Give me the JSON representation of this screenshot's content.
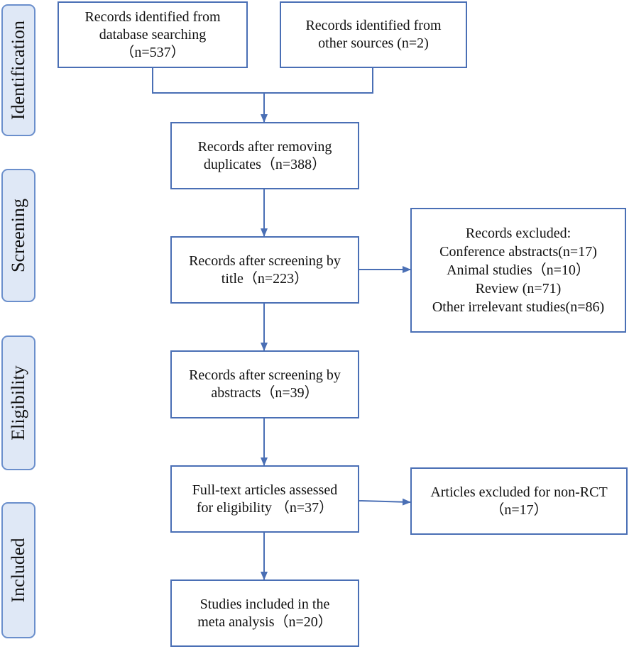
{
  "stages": {
    "identification": "Identification",
    "screening": "Screening",
    "eligibility": "Eligibility",
    "included": "Included"
  },
  "boxes": {
    "database": [
      "Records identified from",
      "database searching",
      "（n=537）"
    ],
    "other_sources": [
      "Records identified from",
      "other sources (n=2)"
    ],
    "after_duplicates": [
      "Records after removing",
      "duplicates（n=388）"
    ],
    "after_title": [
      "Records after screening by",
      "title（n=223）"
    ],
    "excluded_title": [
      "Records excluded:",
      "Conference abstracts(n=17)",
      "Animal studies（n=10）",
      "Review (n=71)",
      "Other irrelevant studies(n=86)"
    ],
    "after_abstracts": [
      "Records after screening by",
      "abstracts（n=39）"
    ],
    "full_text": [
      "Full-text articles assessed",
      "for eligibility （n=37）"
    ],
    "excluded_rct": [
      "Articles excluded for non-RCT",
      "（n=17）"
    ],
    "included": [
      "Studies included in the",
      "meta analysis（n=20）"
    ]
  },
  "colors": {
    "box_border": "#4a6fb5",
    "arrow": "#4a6fb5",
    "stage_fill": "#dfe8f6",
    "stage_border": "#6b8fcc"
  }
}
